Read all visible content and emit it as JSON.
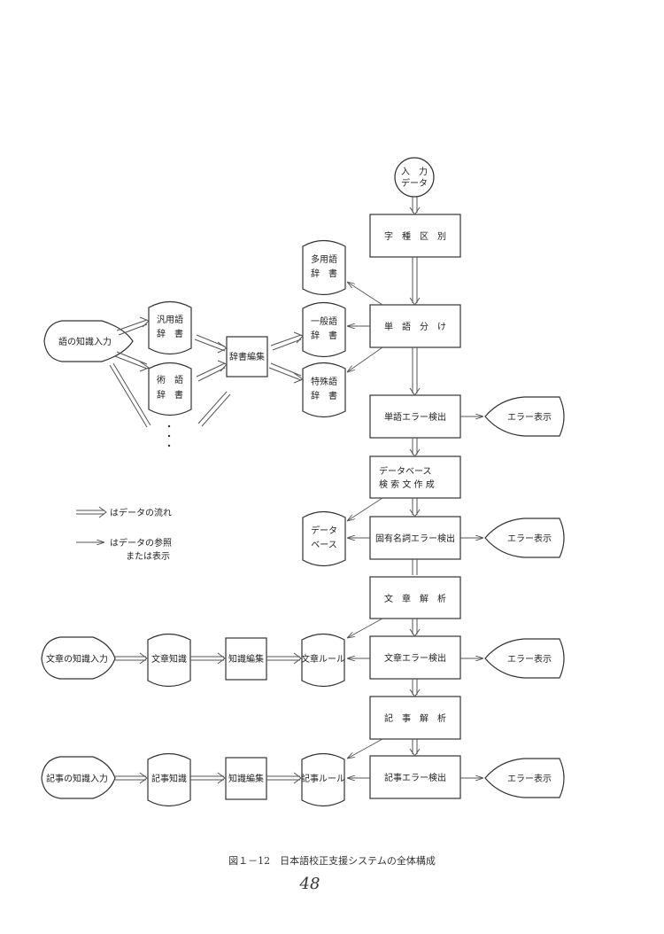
{
  "diagram": {
    "main_flow": {
      "start": {
        "line1": "入　力",
        "line2": "データ"
      },
      "steps": [
        {
          "id": "char-classify",
          "label": "字　種　区　別"
        },
        {
          "id": "word-split",
          "label": "単　語　分　け"
        },
        {
          "id": "word-error-detect",
          "label": "単語エラー検出"
        },
        {
          "id": "db-query",
          "line1": "データベース",
          "line2": "検 索 文 作 成"
        },
        {
          "id": "proper-noun-error-detect",
          "label": "固有名詞エラー検出"
        },
        {
          "id": "sentence-analysis",
          "label": "文　章　解　析"
        },
        {
          "id": "sentence-error-detect",
          "label": "文章エラー検出"
        },
        {
          "id": "article-analysis",
          "label": "記　事　解　析"
        },
        {
          "id": "article-error-detect",
          "label": "記事エラー検出"
        }
      ],
      "error_display": "エラー表示"
    },
    "dictionaries": {
      "multi_use": {
        "line1": "多用語",
        "line2": "辞　書"
      },
      "general": {
        "line1": "一般語",
        "line2": "辞　書"
      },
      "special": {
        "line1": "特殊語",
        "line2": "辞　書"
      },
      "database": {
        "line1": "データ",
        "line2": "ベース"
      }
    },
    "word_knowledge": {
      "input": "語の知識入力",
      "generic_dict": {
        "line1": "汎用語",
        "line2": "辞　書"
      },
      "technical_dict": {
        "line1": "術　語",
        "line2": "辞　書"
      },
      "editor": "辞書編集",
      "ellipsis": "・・・"
    },
    "sentence_knowledge": {
      "input": "文章の知識入力",
      "store": "文章知識",
      "editor": "知識編集",
      "rules": "文章ルール"
    },
    "article_knowledge": {
      "input": "記事の知識入力",
      "store": "記事知識",
      "editor": "知識編集",
      "rules": "記事ルール"
    },
    "legend": {
      "flow": "はデータの流れ",
      "reference_line1": "はデータの参照",
      "reference_line2": "または表示"
    },
    "caption": "図１－12　日本語校正支援システムの全体構成",
    "page_number": "48"
  }
}
